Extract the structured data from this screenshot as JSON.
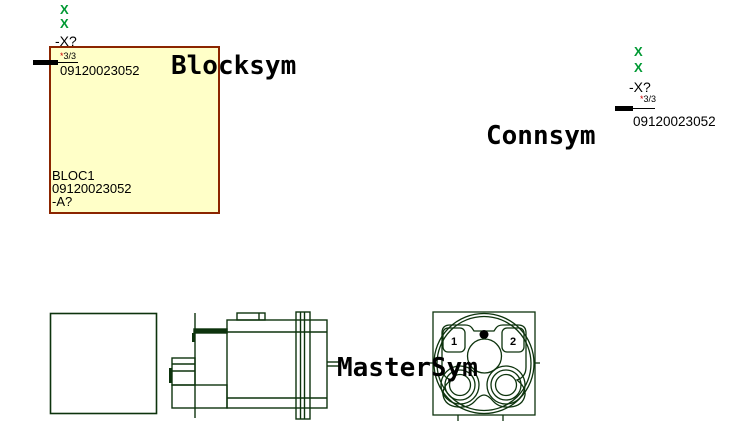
{
  "colors": {
    "accent_green": "#009933",
    "accent_red": "#cc0000",
    "block_fill": "#ffffc8",
    "block_border": "#8b2500",
    "line_green": "#0d330d",
    "text": "#000000"
  },
  "symbols": {
    "blocksym": {
      "title": "Blocksym",
      "x_marks": [
        "X",
        "X"
      ],
      "device_tag": "-X?",
      "pin_star": "*",
      "pin_designation": "3/3",
      "article_number": "09120023052",
      "block": {
        "name": "BLOC1",
        "article_number": "09120023052",
        "tag": "-A?"
      }
    },
    "connsym": {
      "title": "Connsym",
      "x_marks": [
        "X",
        "X"
      ],
      "device_tag": "-X?",
      "pin_star": "*",
      "pin_designation": "3/3",
      "article_number": "09120023052"
    },
    "mastersym": {
      "title": "MasterSym",
      "pins": [
        "1",
        "2"
      ]
    }
  }
}
